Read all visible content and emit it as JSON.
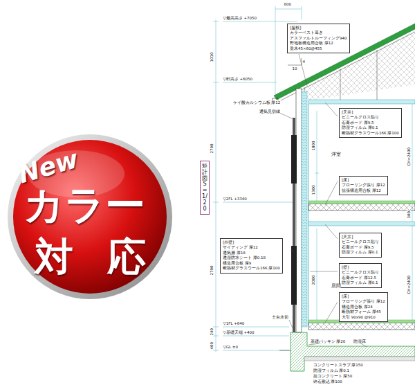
{
  "diagram": {
    "nodes": [
      {
        "text": [
          "New",
          "カラー",
          "対 応"
        ]
      },
      {
        "text": [
          "矩計図 S=1/20"
        ]
      },
      {
        "text": [
          "[屋根]",
          "カラーベスト葺き",
          "アスファルトルーフィング940",
          "野地板構造用合板 厚12",
          "垂木45×60@455"
        ]
      },
      {
        "text": [
          "[天井]",
          "ビニールクロス貼り",
          "石膏ボード 厚9.5",
          "防湿フィルム 厚0.1",
          "断熱材グラスウール16K 厚100"
        ]
      },
      {
        "text": [
          "[床]",
          "フローリング張り 厚12",
          "捨張構造用合板 厚12"
        ]
      },
      {
        "text": [
          "[外壁]",
          "サイディング 厚12",
          "通気層 厚18",
          "透湿防水シート 厚0.18",
          "構造用合板 厚9",
          "断熱材グラスウール16K 厚100"
        ]
      },
      {
        "text": [
          "[天井]",
          "ビニールクロス貼り",
          "石膏ボード 厚9.5",
          "防湿フィルム 厚0.1"
        ]
      },
      {
        "text": [
          "[壁]",
          "ビニールクロス貼り",
          "石膏ボード 厚12.5",
          "防湿フィルム 厚0.1"
        ]
      },
      {
        "text": [
          "[床]",
          "フローリング張り 厚12",
          "構造用合板 厚24",
          "断熱材フォーム 厚45",
          "大引 90x90 @910"
        ]
      }
    ],
    "labels": [
      "800",
      "▽最高高さ +7050",
      "▽軒高さ +6050",
      "▽2FL +3340",
      "▽1FL +640",
      "▽基礎天端 +400",
      "▽GL ±0",
      "1010",
      "2700",
      "2700",
      "240",
      "400",
      "4",
      "10",
      "ケイ酸カルシウム板 厚12",
      "通気見切縁",
      "1800",
      "1300",
      "2000",
      "洋室",
      "居間",
      "CH=2400",
      "300",
      "CH=2400",
      "土台水切",
      "基礎パッキン 厚20",
      "防湿床",
      "コンクリートスラブ 厚150",
      "防湿フィルム 厚0.1",
      "捨コンクリート 厚50",
      "砕石敷込 厚100"
    ]
  }
}
